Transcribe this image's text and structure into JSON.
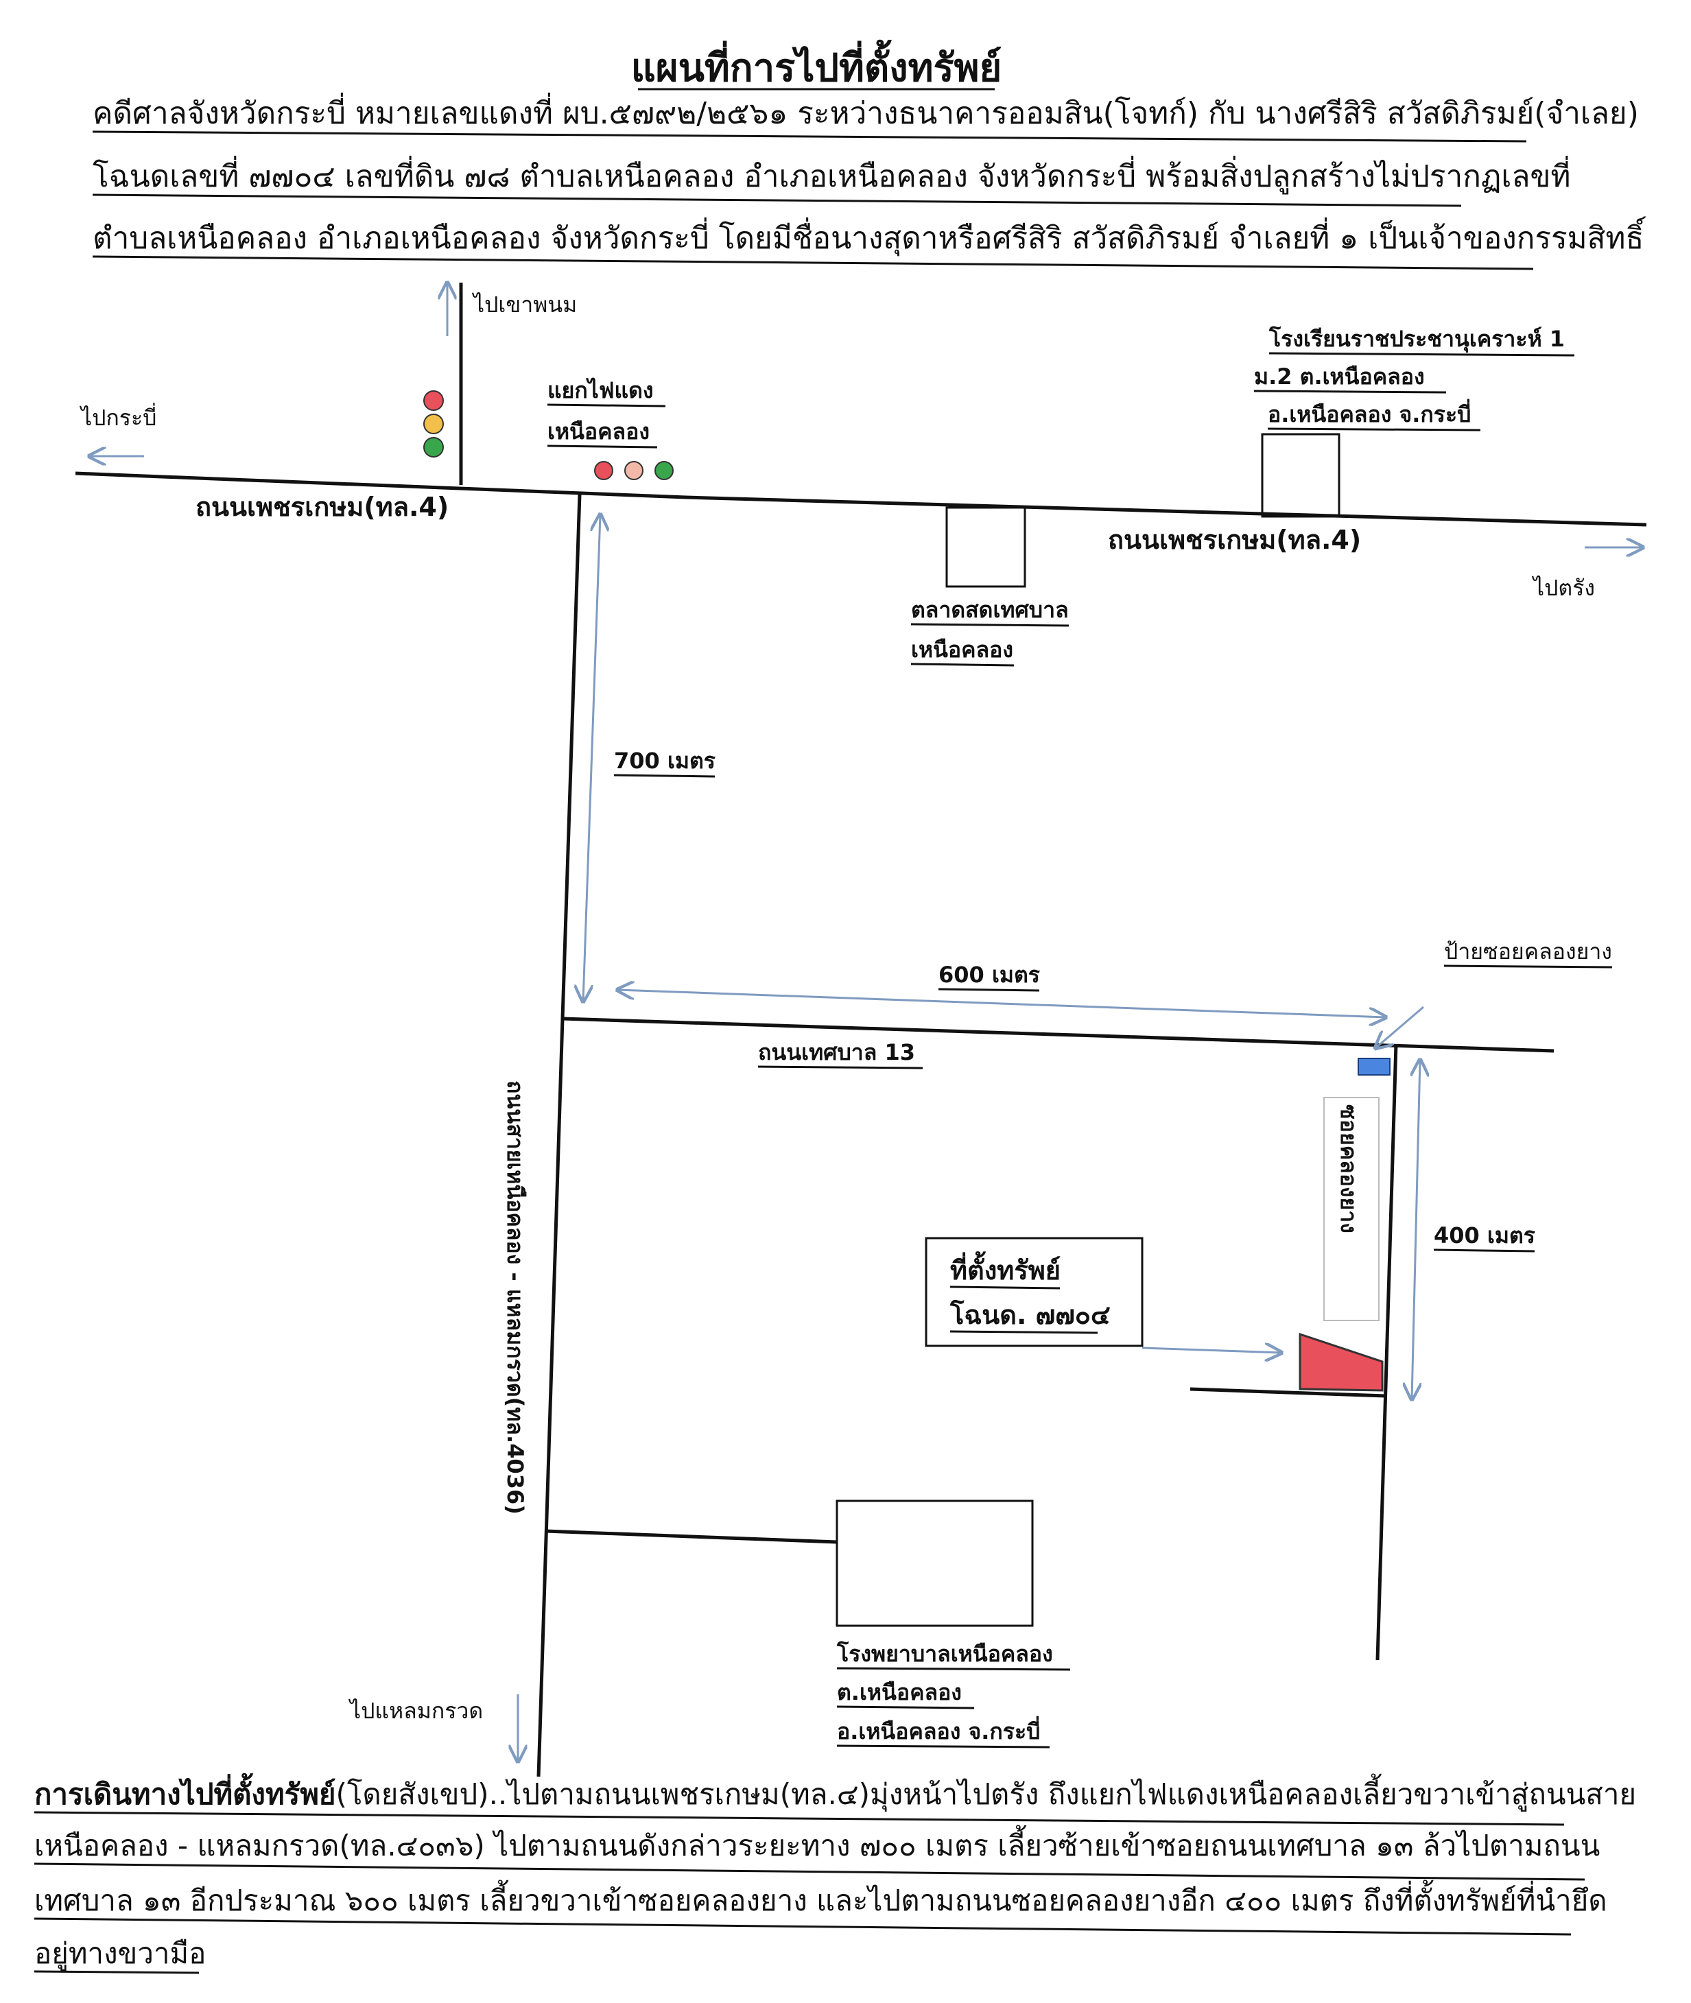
{
  "title": "แผนที่การไปที่ตั้งทรัพย์",
  "header_lines": [
    "คดีศาลจังหวัดกระบี่ หมายเลขแดงที่ ผบ.๕๗๙๒/๒๕๖๑ ระหว่างธนาคารออมสิน(โจทก์) กับ นางศรีสิริ สวัสดิภิรมย์(จำเลย)",
    "โฉนดเลขที่ ๗๗๐๔ เลขที่ดิน ๗๘ ตำบลเหนือคลอง อำเภอเหนือคลอง จังหวัดกระบี่ พร้อมสิ่งปลูกสร้างไม่ปรากฏเลขที่",
    "ตำบลเหนือคลอง อำเภอเหนือคลอง จังหวัดกระบี่ โดยมีชื่อนางสุดาหรือศรีสิริ สวัสดิภิรมย์ จำเลยที่ ๑ เป็นเจ้าของกรรมสิทธิ์"
  ],
  "labels": {
    "to_khao_phanom": "ไปเขาพนม",
    "to_krabi": "ไปกระบี่",
    "to_trang": "ไปตรัง",
    "to_laem_kruat": "ไปแหลมกรวด",
    "traffic_light_1": "แยกไฟแดง",
    "traffic_light_2": "เหนือคลอง",
    "road_west": "ถนนเพชรเกษม(ทล.4)",
    "road_east": "ถนนเพชรเกษม(ทล.4)",
    "school_1": "โรงเรียนราชประชานุเคราะห์ 1",
    "school_2": "ม.2 ต.เหนือคลอง",
    "school_3": "อ.เหนือคลอง จ.กระบี่",
    "market_1": "ตลาดสดเทศบาล",
    "market_2": "เหนือคลอง",
    "dist_700": "700 เมตร",
    "dist_600": "600 เมตร",
    "dist_400": "400 เมตร",
    "soi_sign": "ป้ายซอยคลองยาง",
    "municipal_road": "ถนนเทศบาล 13",
    "soi_name": "ซอยคลองยาง",
    "vertical_road": "ถนนสายเหนือคลอง - แหลมกรวด(ทล.4036)",
    "property_1": "ที่ตั้งทรัพย์",
    "property_2": "โฉนด. ๗๗๐๔",
    "hospital_1": "โรงพยาบาลเหนือคลอง",
    "hospital_2": "ต.เหนือคลอง",
    "hospital_3": "อ.เหนือคลอง จ.กระบี่"
  },
  "directions": {
    "heading": "การเดินทางไปที่ตั้งทรัพย์",
    "lines": [
      "(โดยสังเขป)..ไปตามถนนเพชรเกษม(ทล.๔)มุ่งหน้าไปตรัง  ถึงแยกไฟแดงเหนือคลองเลี้ยวขวาเข้าสู่ถนนสาย",
      "เหนือคลอง - แหลมกรวด(ทล.๔๐๓๖) ไปตามถนนดังกล่าวระยะทาง ๗๐๐ เมตร เลี้ยวซ้ายเข้าซอยถนนเทศบาล ๑๓ ล้วไปตามถนน",
      "เทศบาล ๑๓ อีกประมาณ ๖๐๐ เมตร เลี้ยวขวาเข้าซอยคลองยาง และไปตามถนนซอยคลองยางอีก ๔๐๐ เมตร ถึงที่ตั้งทรัพย์ที่นำยึด",
      "อยู่ทางขวามือ"
    ]
  },
  "colors": {
    "arrow": "#7f9bc0",
    "property": "#e8505b",
    "sign": "#4a86e0",
    "light_red": "#e8505b",
    "light_yellow": "#f2c04a",
    "light_green": "#3aa64c",
    "light_peach": "#f3b9a8"
  }
}
